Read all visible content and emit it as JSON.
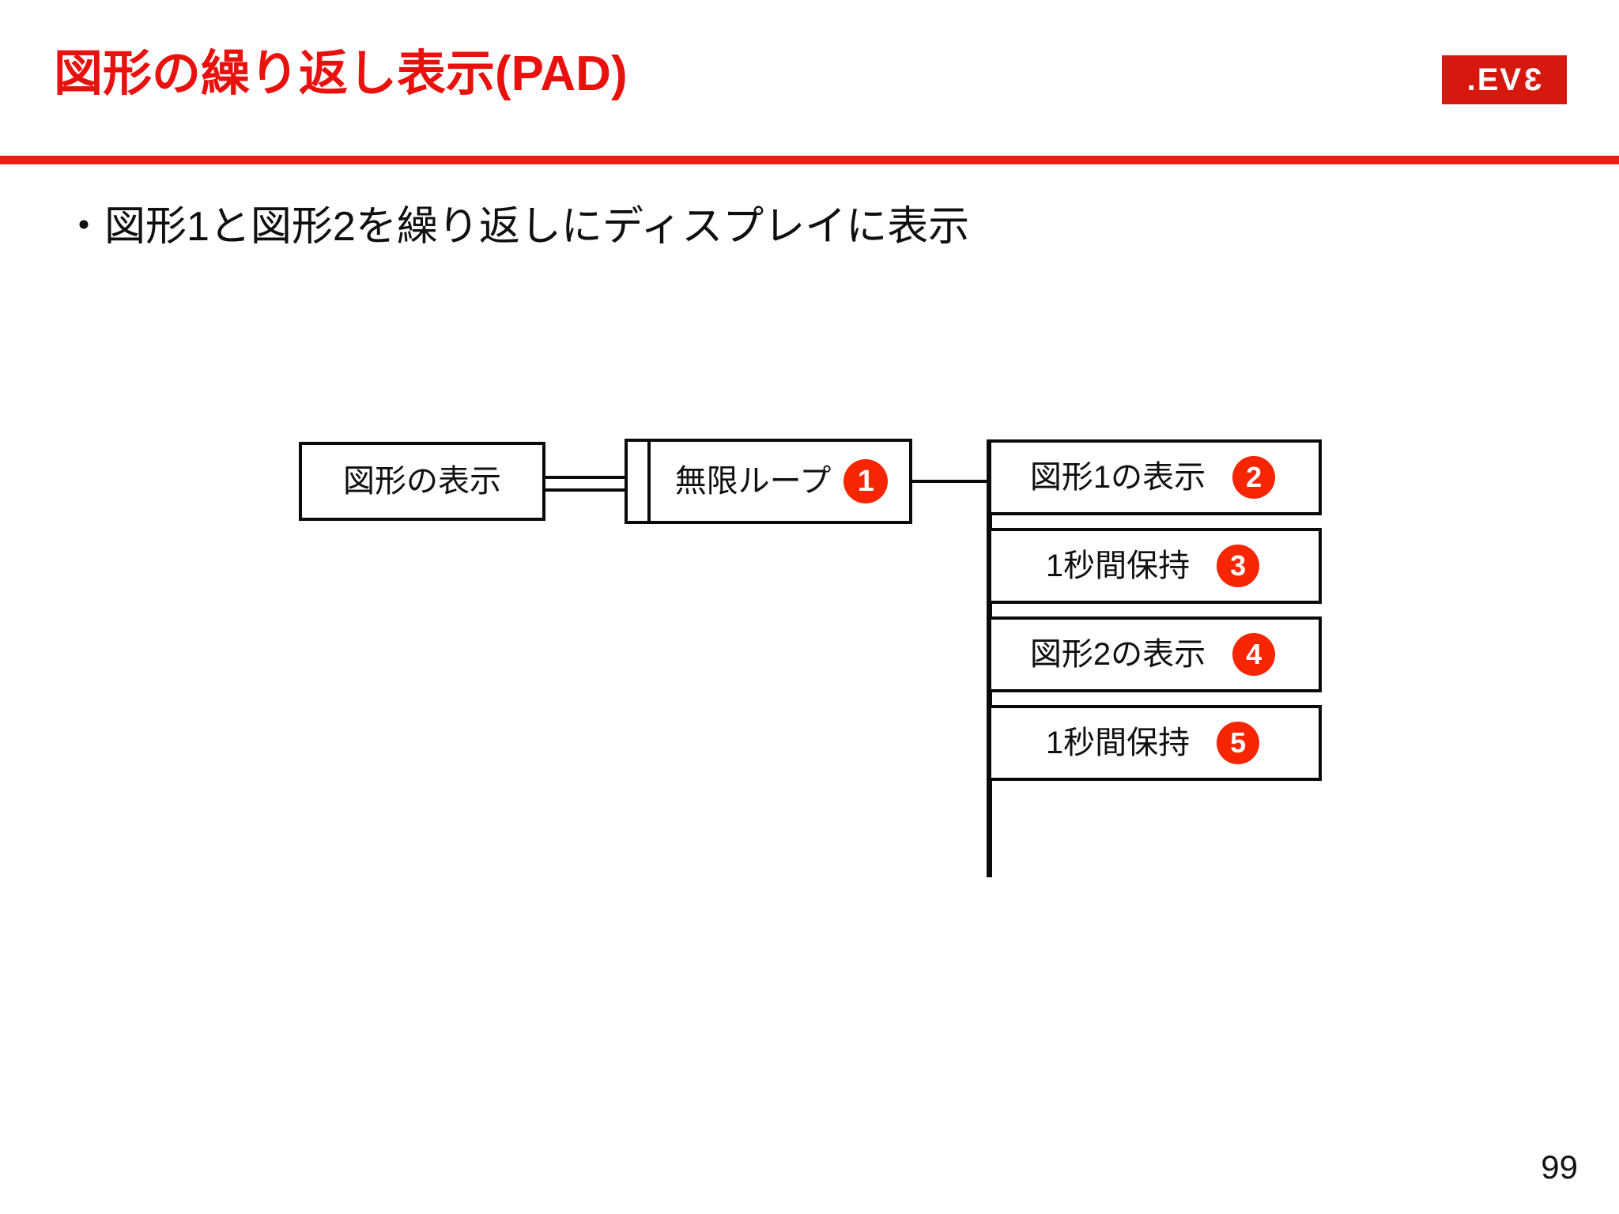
{
  "header": {
    "title": "図形の繰り返し表示(PAD)",
    "title_color": "#e8110e",
    "rule_color": "#ed1c12",
    "logo": {
      "text_prefix": ".EV",
      "text_suffix": "3",
      "background": "#d6180f",
      "text_color": "#ffffff"
    }
  },
  "body": {
    "bullet": "・図形1と図形2を繰り返しにディスプレイに表示"
  },
  "diagram": {
    "type": "PAD",
    "badge_color": "#f72500",
    "badge_text_color": "#ffffff",
    "line_color": "#0a0a0a",
    "root": {
      "label": "図形の表示"
    },
    "loop": {
      "label": "無限ループ",
      "badge": "1"
    },
    "steps": [
      {
        "label": "図形1の表示",
        "badge": "2"
      },
      {
        "label": "1秒間保持",
        "badge": "3"
      },
      {
        "label": "図形2の表示",
        "badge": "4"
      },
      {
        "label": "1秒間保持",
        "badge": "5"
      }
    ]
  },
  "footer": {
    "page_number": "99"
  }
}
